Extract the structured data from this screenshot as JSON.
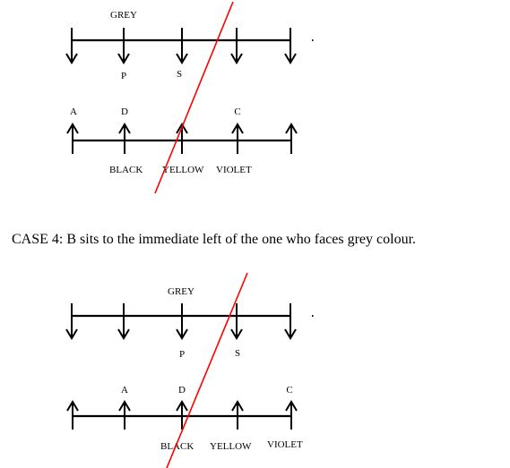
{
  "diagram_1": {
    "top_row": {
      "top_labels": [
        "GREY",
        "",
        "",
        "",
        ""
      ],
      "bottom_labels": [
        "",
        "P",
        "S",
        "",
        ""
      ]
    },
    "bottom_row": {
      "top_labels": [
        "A",
        "D",
        "",
        "C",
        ""
      ],
      "bottom_labels": [
        "",
        "BLACK",
        "YELLOW",
        "VIOLET",
        ""
      ]
    }
  },
  "caption": "CASE 4: B sits to the immediate left of the one who faces grey colour.",
  "diagram_2": {
    "top_row": {
      "top_labels": [
        "",
        "",
        "GREY",
        "",
        ""
      ],
      "bottom_labels": [
        "",
        "",
        "P",
        "S",
        ""
      ]
    },
    "bottom_row": {
      "top_labels": [
        "",
        "A",
        "D",
        "",
        "C"
      ],
      "bottom_labels": [
        "",
        "BLACK",
        "YELLOW",
        "VIOLET",
        ""
      ]
    }
  },
  "colors": {
    "line": "#000000",
    "slash": "#ff0000"
  }
}
